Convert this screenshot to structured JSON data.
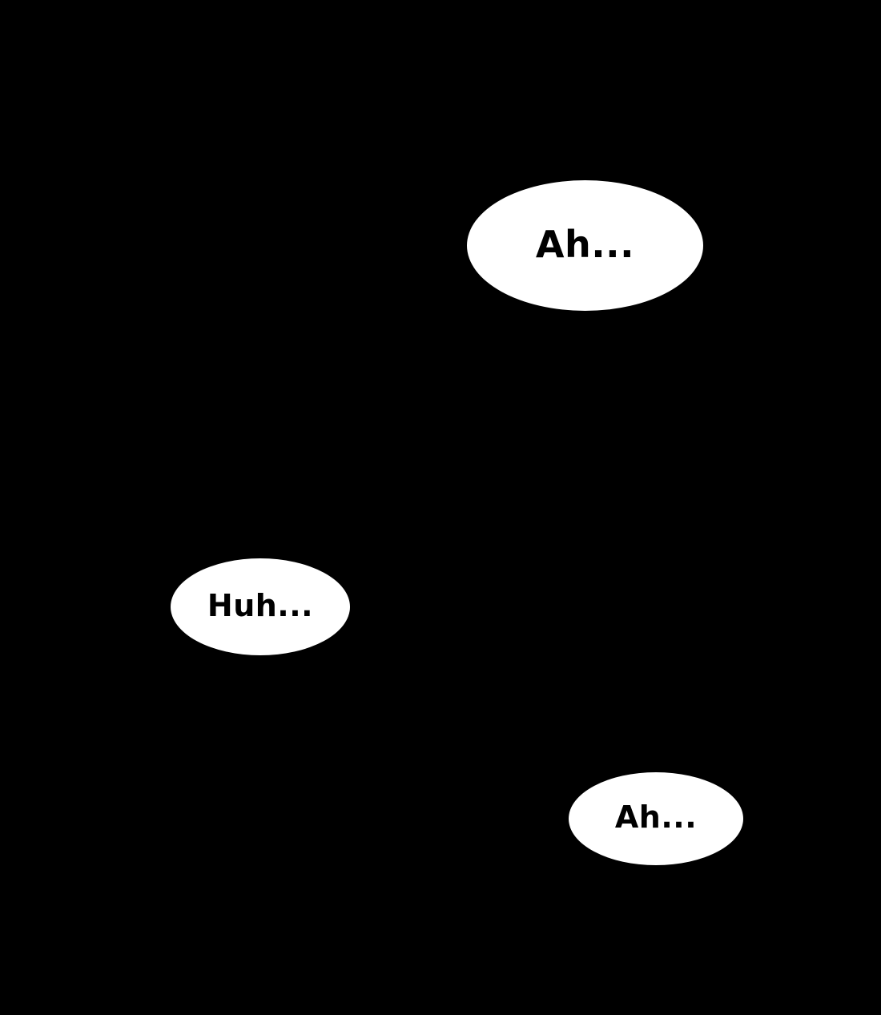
{
  "page": {
    "background_color": "#000000",
    "bubble_color": "#ffffff",
    "text_color": "#000000"
  },
  "bubbles": [
    {
      "text": "Ah..."
    },
    {
      "text": "Huh..."
    },
    {
      "text": "Ah..."
    }
  ]
}
